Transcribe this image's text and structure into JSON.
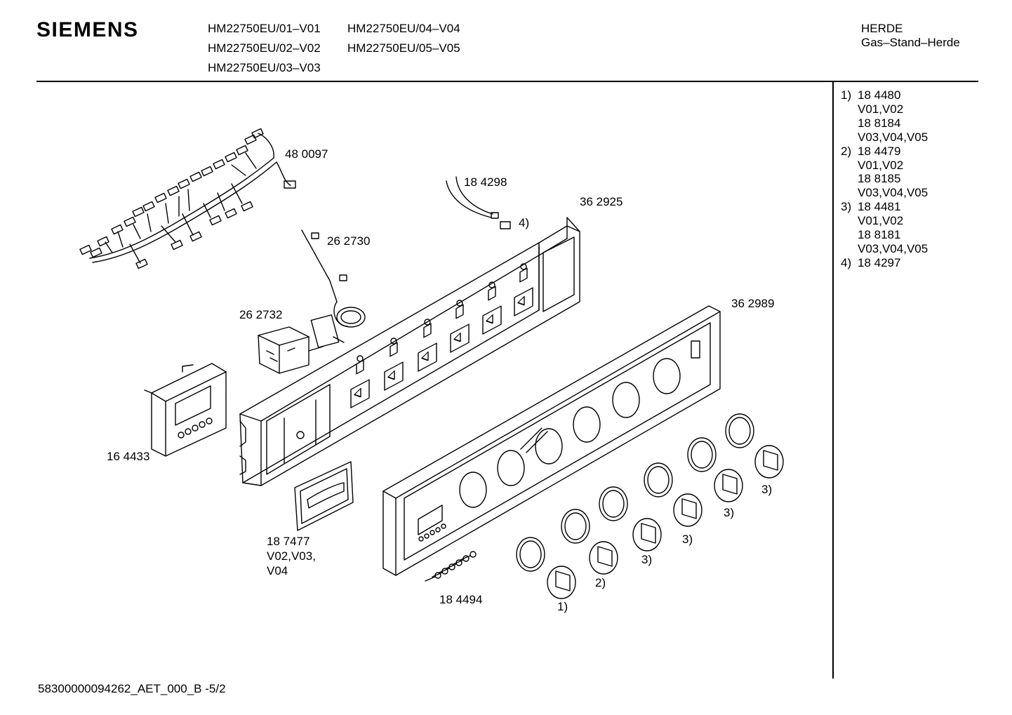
{
  "header": {
    "brand": "SIEMENS",
    "models": [
      "HM22750EU/01–V01",
      "HM22750EU/04–V04",
      "HM22750EU/02–V02",
      "HM22750EU/05–V05",
      "HM22750EU/03–V03"
    ],
    "category": "HERDE",
    "subcategory": "Gas–Stand–Herde"
  },
  "legend": [
    {
      "num": "1)",
      "lines": [
        "18 4480",
        "V01,V02",
        "18 8184",
        "V03,V04,V05"
      ]
    },
    {
      "num": "2)",
      "lines": [
        "18 4479",
        "V01,V02",
        "18 8185",
        "V03,V04,V05"
      ]
    },
    {
      "num": "3)",
      "lines": [
        "18 4481",
        "V01,V02",
        "18 8181",
        "V03,V04,V05"
      ]
    },
    {
      "num": "4)",
      "lines": [
        "18 4297"
      ]
    }
  ],
  "parts": {
    "p480097": "48 0097",
    "p184298": "18 4298",
    "p362925": "36 2925",
    "p262730": "26 2730",
    "ref4": "4)",
    "p262732": "26 2732",
    "p362989": "36 2989",
    "p164433": "16 4433",
    "p187477_a": "18 7477",
    "p187477_b": "V02,V03,",
    "p187477_c": "V04",
    "p184494": "18 4494",
    "knob_refs": [
      "1)",
      "2)",
      "3)",
      "3)",
      "3)",
      "3)"
    ]
  },
  "footer": {
    "doc_id": "58300000094262_AET_000_B",
    "page": "-5/2"
  }
}
